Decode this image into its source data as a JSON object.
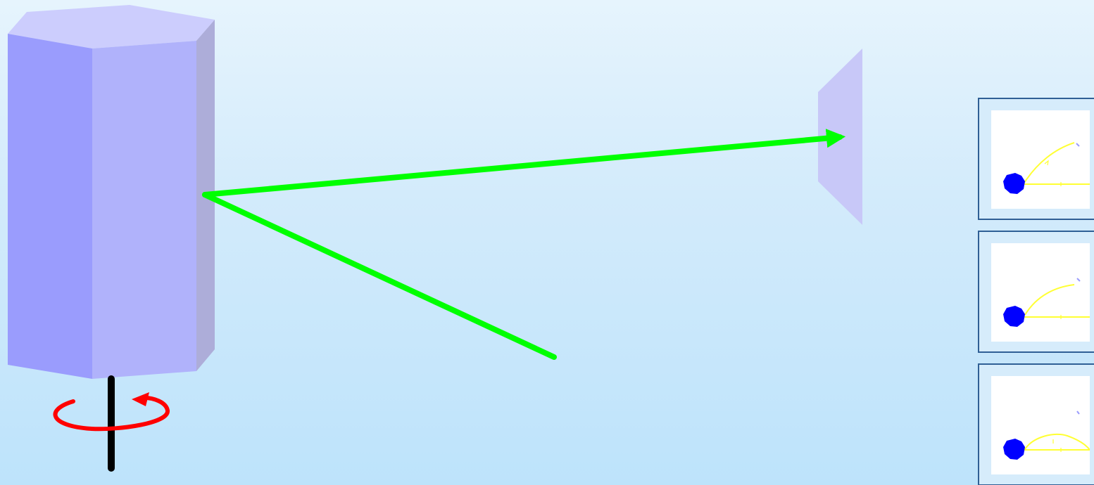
{
  "scene": {
    "colors": {
      "background_top": "#e6f4fd",
      "background_bottom": "#bde3fb",
      "prism_front": "#b0b2fb",
      "prism_left": "#9a9cfd",
      "prism_top": "#cccdfd",
      "prism_right": "#adadd9",
      "screen": "#c8c8f8",
      "ray": "#00ff00",
      "rotation_arrow": "#ff0000",
      "axle": "#000000"
    }
  },
  "thumbnails": [
    {
      "id": "pattern-1",
      "arc": "yellow-curve-up",
      "colors": {
        "dot": "#0000ff",
        "trace": "#ffff33"
      }
    },
    {
      "id": "pattern-2",
      "arc": "yellow-curve-up",
      "colors": {
        "dot": "#0000ff",
        "trace": "#ffff33"
      }
    },
    {
      "id": "pattern-3",
      "arc": "yellow-dome",
      "colors": {
        "dot": "#0000ff",
        "trace": "#ffff33"
      }
    }
  ]
}
